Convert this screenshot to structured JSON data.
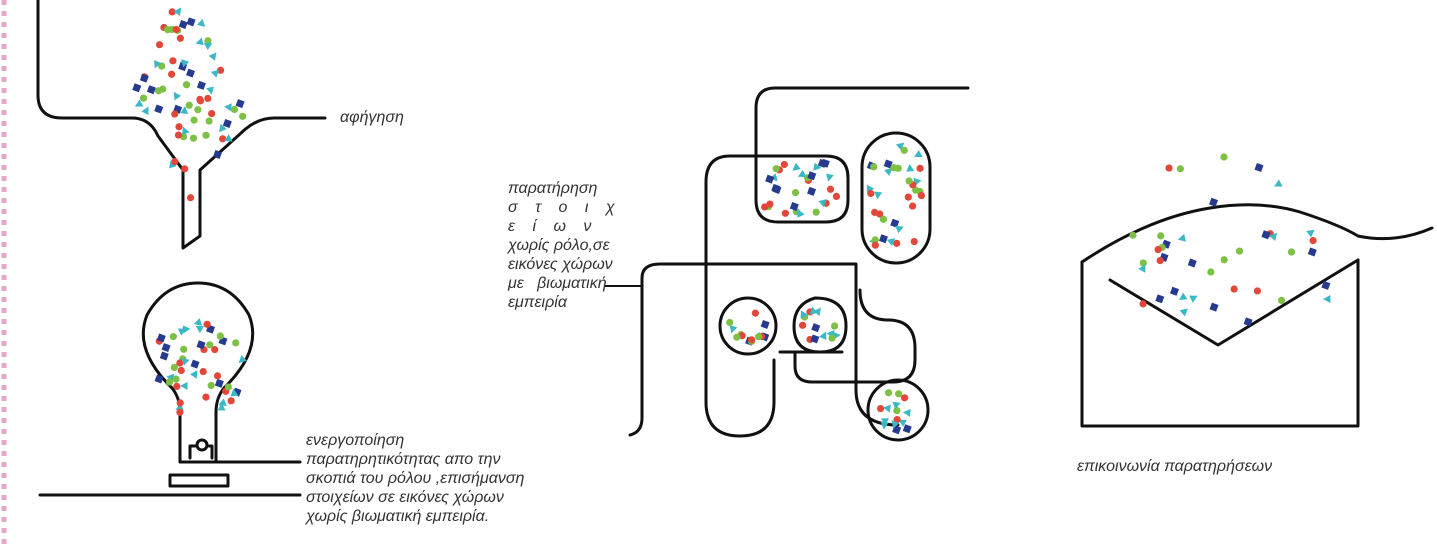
{
  "captions": {
    "narration": "αφήγηση",
    "observation": [
      "παρατήρηση",
      "σ τ ο ι χ ε ί ω ν",
      "χωρίς ρόλο,σε",
      "εικόνες χώρων",
      "με   βιωματική",
      "εμπειρία"
    ],
    "activation": [
      "ενεργοποίηση",
      "παρατηρητικότητας απο την",
      "σκοπιά του ρόλου ,επισήμανση",
      "στοιχείων σε εικόνες χώρων",
      "χωρίς βιωματική εμπειρία."
    ],
    "communication": "επικοινωνία παρατηρήσεων"
  },
  "colors": {
    "outline": "#111111",
    "dash": "#e7a6c8",
    "green": "#7cc143",
    "blue": "#263a8f",
    "teal": "#3bb8c6",
    "red": "#e2473a"
  },
  "icons": [
    "funnel-icon",
    "light-bulb-icon",
    "maze-icon",
    "envelope-icon"
  ]
}
